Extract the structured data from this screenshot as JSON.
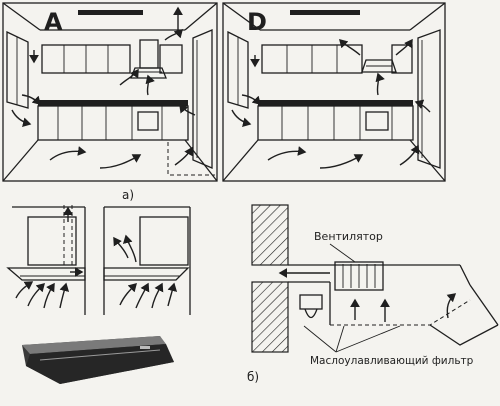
{
  "figure": {
    "panel_a_letter": "A",
    "panel_d_letter": "D",
    "caption_a": "а)",
    "caption_b": "б)",
    "label_fan": "Вентилятор",
    "label_filter": "Маслоулавливающий фильтр"
  }
}
